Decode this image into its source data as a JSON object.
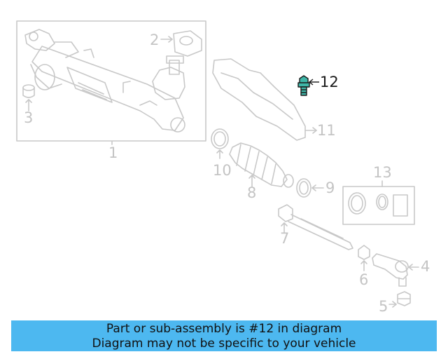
{
  "diagram": {
    "callouts": {
      "c1": "1",
      "c2": "2",
      "c3": "3",
      "c4": "4",
      "c5": "5",
      "c6": "6",
      "c7": "7",
      "c8": "8",
      "c9": "9",
      "c10": "10",
      "c11": "11",
      "c12": "12",
      "c13": "13"
    },
    "highlight_part": "12",
    "colors": {
      "line": "#c8c8c8",
      "highlight_fill": "#3fb6a8",
      "highlight_stroke": "#1a1a1a",
      "banner": "#4db8f0"
    }
  },
  "banner": {
    "line1": "Part or sub-assembly is #12 in diagram",
    "line2": "Diagram may not be specific to your vehicle"
  }
}
